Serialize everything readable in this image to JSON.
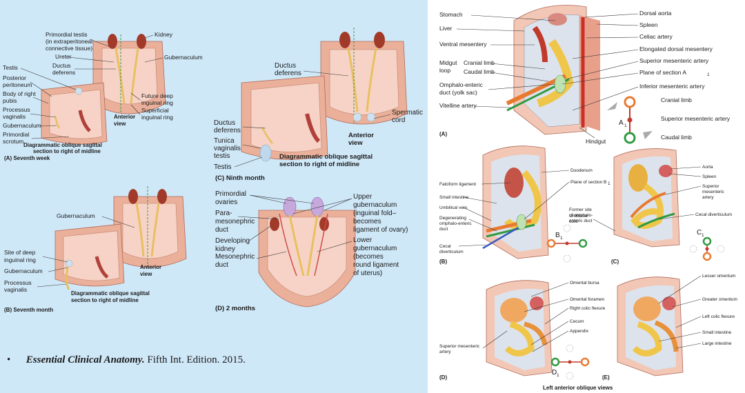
{
  "panels": {
    "A": {
      "labels": [
        "Primordial testis",
        "(in extraperitoneal",
        "connective tissue)",
        "Kidney",
        "Ureter",
        "Ductus",
        "deferens",
        "Gubernaculum",
        "Testis",
        "Posterior",
        "peritoneum",
        "Body of right",
        "pubis",
        "Processus",
        "vaginalis",
        "Gubernaculum",
        "Primordial",
        "scrotum",
        "Future deep",
        "inguinal ring",
        "Superficial",
        "inguinal ring",
        "Anterior",
        "view"
      ],
      "caption_line1": "Diagrammatic oblique sagittal",
      "caption_line2": "section to right of midline",
      "title": "(A) Seventh week"
    },
    "B": {
      "labels": [
        "Gubernaculum",
        "Site of deep",
        "inguinal ring",
        "Gubernaculum",
        "Processus",
        "vaginalis",
        "Anterior",
        "view"
      ],
      "caption_line1": "Diagrammatic oblique sagittal",
      "caption_line2": "section to right of midline",
      "title": "(B) Seventh month"
    },
    "C": {
      "labels": [
        "Ductus",
        "deferens",
        "Spermatic",
        "cord",
        "Ductus",
        "deferens",
        "Tunica",
        "vaginalis",
        "testis",
        "Testis",
        "Anterior",
        "view"
      ],
      "caption_line1": "Diagrammatic oblique sagittal",
      "caption_line2": "section to right of midline",
      "title": "(C) Ninth month"
    },
    "D": {
      "labels": [
        "Primordial",
        "ovaries",
        "Para-",
        "mesonephric",
        "duct",
        "Developing",
        "kidney",
        "Mesonephric",
        "duct",
        "Upper",
        "gubernaculum",
        "(inguinal fold–",
        "becomes",
        "ligament of ovary)",
        "Lower",
        "gubernaculum",
        "(becomes",
        "round ligament",
        "of uterus)"
      ],
      "title": "(D) 2 months"
    },
    "gutA": {
      "labels": [
        "Stomach",
        "Liver",
        "Ventral mesentery",
        "Midgut",
        "loop",
        "Cranial limb",
        "Caudal limb",
        "Omphalo-enteric",
        "duct (yolk sac)",
        "Vitelline artery",
        "Dorsal aorta",
        "Spleen",
        "Celiac artery",
        "Elongated dorsal mesentery",
        "Superior mesenteric artery",
        "Plane of section A",
        "Inferior mesenteric artery",
        "Hindgut",
        "Cranial limb",
        "Superior mesenteric artery",
        "Caudal limb"
      ],
      "plane_letter": "A",
      "sub": "1",
      "title": "(A)"
    },
    "gutB": {
      "labels": [
        "Falciform ligament",
        "Small intestine",
        "Umbilical vein",
        "Degenerating",
        "omphalo-enteric",
        "duct",
        "Cecal",
        "diverticulum",
        "Duodenum",
        "Plane of section B"
      ],
      "plane_letter": "B",
      "sub": "1",
      "title": "(B)"
    },
    "gutC": {
      "labels": [
        "Former site",
        "of omphalo-",
        "enteric duct",
        "Umbilical",
        "cord",
        "Aorta",
        "Spleen",
        "Superior",
        "mesenteric",
        "artery",
        "Cecal diverticulum"
      ],
      "plane_letter": "C",
      "sub": "1",
      "title": "(C)"
    },
    "gutD": {
      "labels": [
        "Omental bursa",
        "Omental foramen",
        "Right colic flexure",
        "Cecum",
        "Appendix",
        "Superior mesenteric",
        "artery"
      ],
      "plane_letter": "D",
      "sub": "1",
      "title": "(D)"
    },
    "gutE": {
      "labels": [
        "Lesser omentum",
        "Greater omentum",
        "Left colic flexure",
        "Small intestine",
        "Large intestine"
      ],
      "title": "(E)"
    },
    "footer": "Left anterior oblique views"
  },
  "citation": {
    "bullet": "•",
    "book": "Essential Clinical Anatomy.",
    "rest": " Fifth Int. Edition. 2015."
  }
}
